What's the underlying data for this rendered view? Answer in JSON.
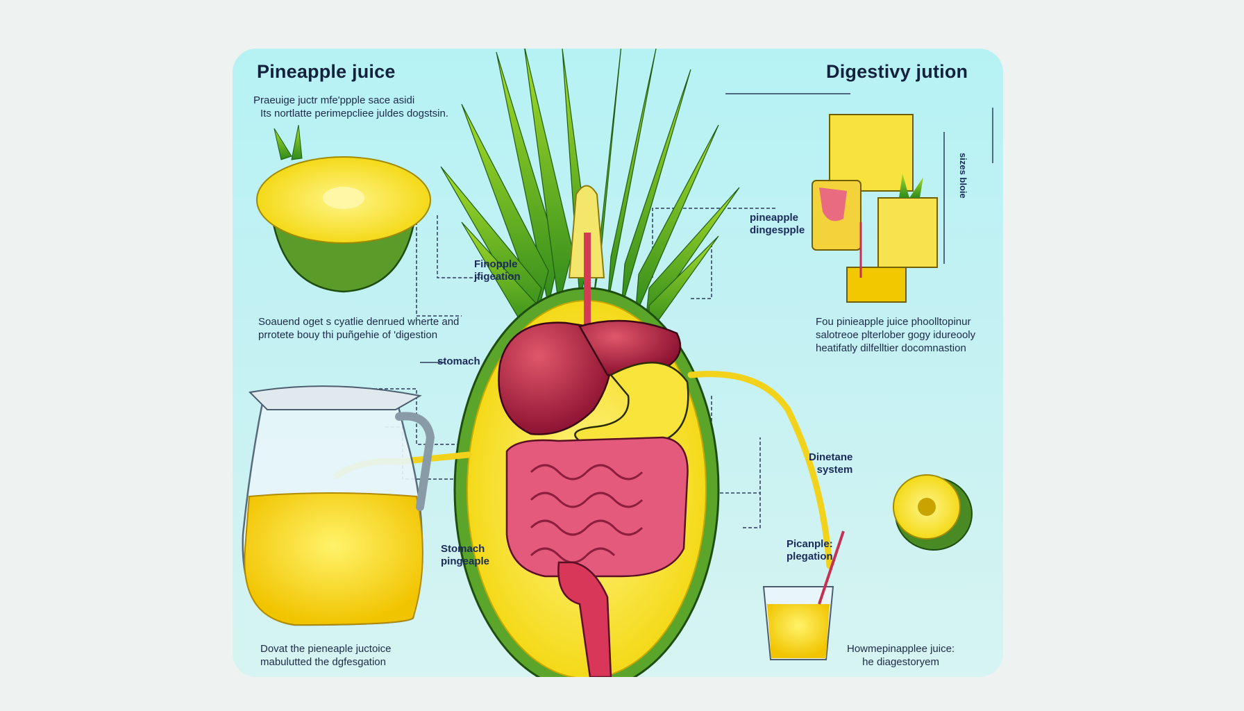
{
  "diagram": {
    "title_left": "Pineapple juice",
    "title_right": "Digestivy jution",
    "intro_text": {
      "line1": "Praeuige juctr mfe'ppple sace asidi",
      "line2": "Its nortlatte perimepcliee juldes dogstsin."
    },
    "left_mid_text": {
      "line1": "Soauend oget s cyatlie denrued wherte and",
      "line2": "prrotete bouy thi puñgehie of 'digestion"
    },
    "right_mid_text": {
      "line1": "Fou pinieapple juice phoolltopinur",
      "line2": "salotreoe plterlober gogy idureooly",
      "line3": "heatifatly dilfelltier docomnastion"
    },
    "bottom_left_text": {
      "line1": "Dovat the pieneaple juctoice",
      "line2": "mabulutted the dgfesgation"
    },
    "bottom_right_text": {
      "line1": "Howmepinapplee juice:",
      "line2": "he diagestoryem"
    },
    "labels": {
      "pineapple_digestion_left": {
        "line1": "Finopple",
        "line2": "jfigeation"
      },
      "pineapple_digespple": {
        "line1": "pineapple",
        "line2": "dingespple"
      },
      "stomach": "stomach",
      "digestive_system": {
        "line1": "Dinetane",
        "line2": "system"
      },
      "stomach_pineapple": {
        "line1": "Stomach",
        "line2": "pingeaple"
      },
      "pineapple_digestion_right": {
        "line1": "Picanple:",
        "line2": "plegation"
      },
      "vertical_measure": "sizes bloie"
    },
    "illustrations": [
      "pineapple-half-icon",
      "pineapple-body-icon",
      "pitcher-icon",
      "juice-glass-icon",
      "juice-box-icon",
      "pineapple-slice-icon"
    ],
    "colors": {
      "panel_bg": "#c4f1f3",
      "juice_yellow": "#f5d90a",
      "organ_red": "#c0233f",
      "intestine_pink": "#e95c7d",
      "leaf_green": "#4caf2a",
      "text_navy": "#14213d"
    }
  }
}
